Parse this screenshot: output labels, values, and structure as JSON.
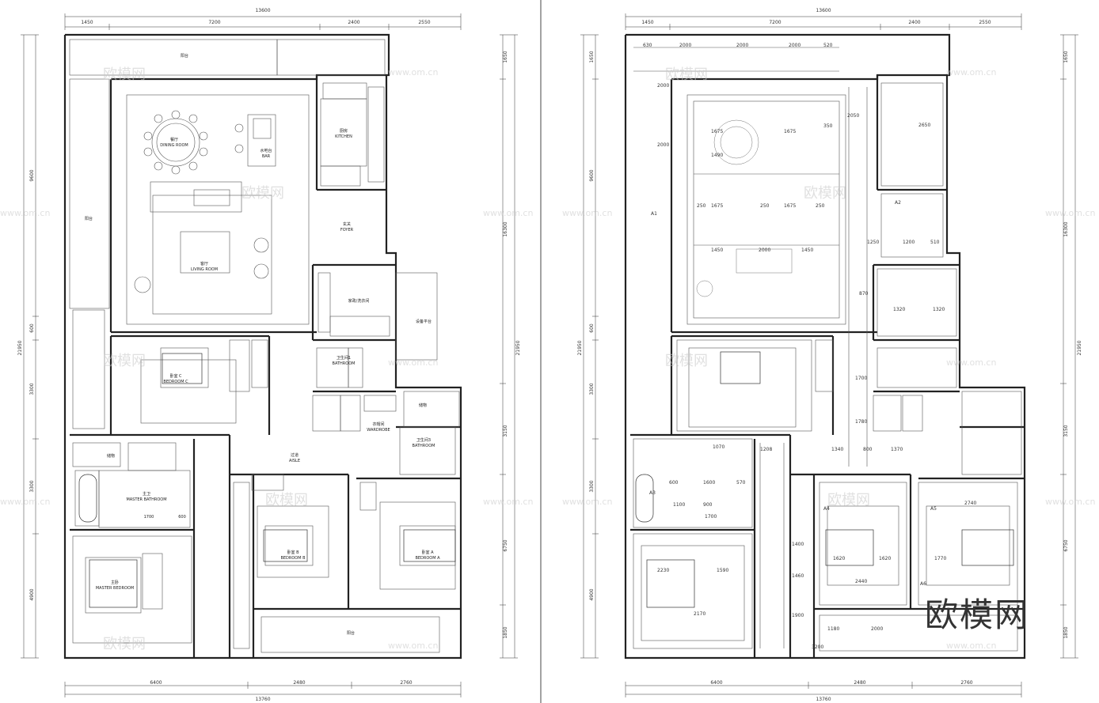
{
  "plan_left": {
    "top_dims": [
      "13600",
      "1450",
      "7200",
      "2400",
      "2550"
    ],
    "bottom_dims": [
      "6400",
      "2480",
      "2760",
      "13760"
    ],
    "left_dims": [
      "9600",
      "600",
      "21950",
      "3300",
      "3300",
      "4900"
    ],
    "right_dims": [
      "1650",
      "16300",
      "21950",
      "3150",
      "6750",
      "1850"
    ],
    "rooms": {
      "balcony_top": "阳台",
      "dining": "餐厅",
      "dining_en": "DINING ROOM",
      "bar": "水吧台",
      "bar_en": "BAR",
      "kitchen": "厨房",
      "kitchen_en": "KITCHEN",
      "foyer": "玄关",
      "foyer_en": "FOYER",
      "balcony_left": "阳台",
      "living": "客厅",
      "living_en": "LIVING ROOM",
      "laundry": "家政/洗衣间",
      "service_platform": "设备平台",
      "bath1": "卫生间1",
      "bath1_en": "BATHROOM",
      "bedroom_c": "卧室 C",
      "bedroom_c_en": "BEDROOM C",
      "storage": "储物",
      "cloak": "衣帽间",
      "cloak_en": "WARDROBE",
      "bath3": "卫生间3",
      "bath3_en": "BATHROOM",
      "aisle": "过道",
      "aisle_en": "AISLE",
      "master_bath": "主卫",
      "master_bath_en": "MASTER BATHROOM",
      "master_bath_dim1": "1700",
      "master_bath_dim2": "600",
      "master_storage": "储物",
      "master": "主卧",
      "master_en": "MASTER BEDROOM",
      "bedroom_b": "卧室 B",
      "bedroom_b_en": "BEDROOM B",
      "bedroom_a": "卧室 A",
      "bedroom_a_en": "BEDROOM A",
      "balcony_bottom": "阳台"
    }
  },
  "plan_right": {
    "top_dims": [
      "13600",
      "1450",
      "7200",
      "2400",
      "2550"
    ],
    "bottom_dims": [
      "6400",
      "2480",
      "2760",
      "13760"
    ],
    "left_dims": [
      "1650",
      "9600",
      "600",
      "21950",
      "3300",
      "3300",
      "4900"
    ],
    "right_dims": [
      "1650",
      "16300",
      "21950",
      "3150",
      "6750",
      "1850"
    ],
    "inner_dims": [
      "630",
      "2000",
      "2000",
      "2000",
      "520",
      "1675",
      "1675",
      "350",
      "1490",
      "250",
      "1675",
      "250",
      "1675",
      "250",
      "1250",
      "1200",
      "510",
      "1450",
      "2000",
      "1450",
      "870",
      "1320",
      "1320",
      "2050",
      "2650",
      "2000",
      "2000",
      "1780",
      "1700",
      "1340",
      "800",
      "1370",
      "1100",
      "900",
      "1070",
      "600",
      "1208",
      "1600",
      "570",
      "1700",
      "2740",
      "2230",
      "1590",
      "1620",
      "1620",
      "1770",
      "2440",
      "1180",
      "2000",
      "2170",
      "1400",
      "3200",
      "1460",
      "1900"
    ],
    "labels": [
      "A1",
      "A2",
      "A3",
      "A4",
      "A5",
      "A6"
    ]
  },
  "watermark": {
    "text": "欧模网",
    "url": "www.om.cn"
  }
}
